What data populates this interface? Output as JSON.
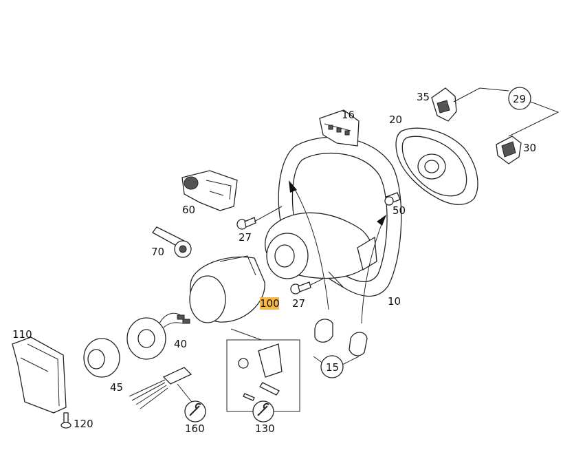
{
  "labels": {
    "p10": "10",
    "p15": "15",
    "p16": "16",
    "p20": "20",
    "p27a": "27",
    "p27b": "27",
    "p29": "29",
    "p30": "30",
    "p35": "35",
    "p40": "40",
    "p45": "45",
    "p50": "50",
    "p60": "60",
    "p70": "70",
    "p100": "100",
    "p110": "110",
    "p120": "120",
    "p130": "130",
    "p160": "160"
  },
  "highlight": {
    "label": "p100",
    "color": "#f5b84a"
  },
  "icons": [
    "wrench-icon",
    "wrench-icon"
  ]
}
